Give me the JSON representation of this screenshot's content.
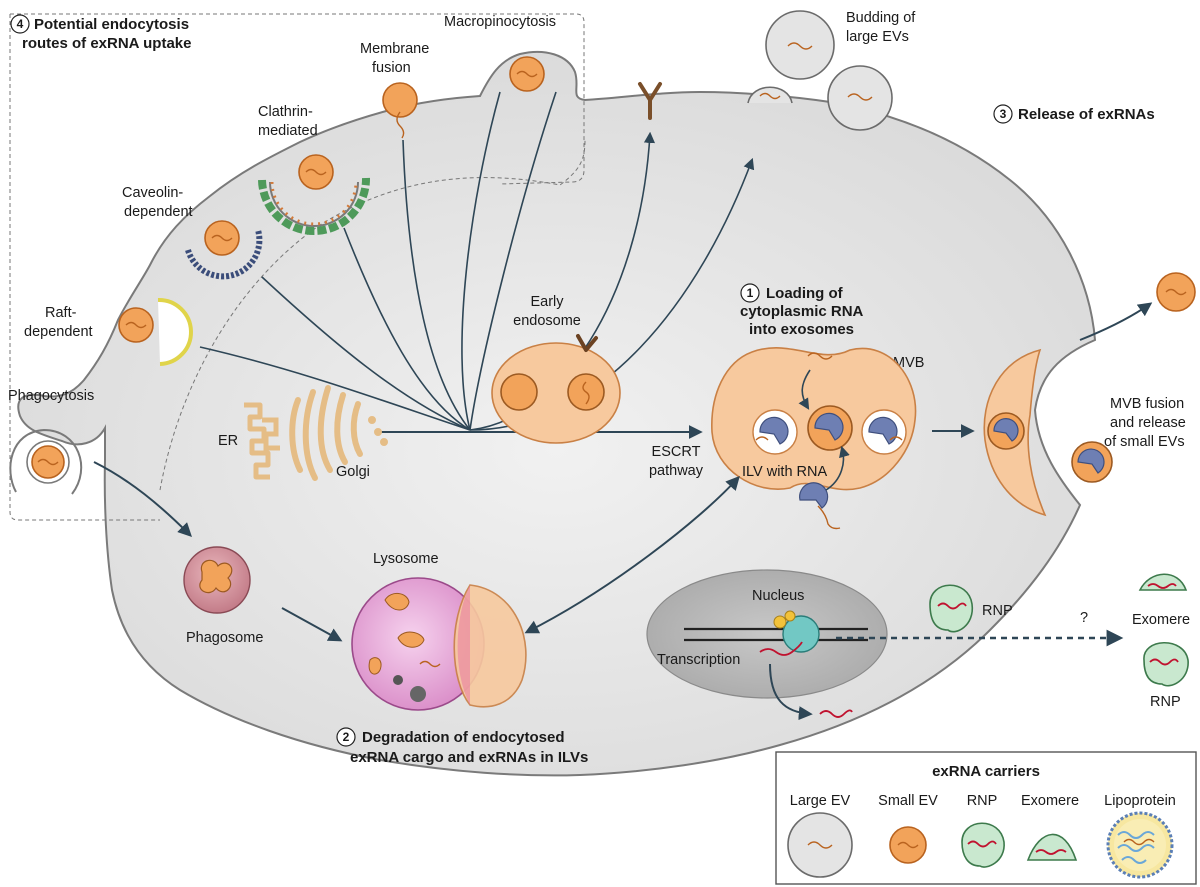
{
  "labels": {
    "route_number": "4",
    "route_title_1": "Potential endocytosis",
    "route_title_2": "routes of exRNA uptake",
    "macropinocytosis": "Macropinocytosis",
    "membrane_fusion_1": "Membrane",
    "membrane_fusion_2": "fusion",
    "clathrin_1": "Clathrin-",
    "clathrin_2": "mediated",
    "caveolin_1": "Caveolin-",
    "caveolin_2": "dependent",
    "raft_1": "Raft-",
    "raft_2": "dependent",
    "phagocytosis": "Phagocytosis",
    "budding_1": "Budding of",
    "budding_2": "large EVs",
    "release_number": "3",
    "release_title": "Release of exRNAs",
    "early_endosome_1": "Early",
    "early_endosome_2": "endosome",
    "loading_number": "1",
    "loading_title_1": "Loading of",
    "loading_title_2": "cytoplasmic RNA",
    "loading_title_3": "into exosomes",
    "mvb": "MVB",
    "mvb_fusion_1": "MVB fusion",
    "mvb_fusion_2": "and release",
    "mvb_fusion_3": "of small EVs",
    "er": "ER",
    "golgi": "Golgi",
    "escrt_1": "ESCRT",
    "escrt_2": "pathway",
    "ilv": "ILV with RNA",
    "lysosome": "Lysosome",
    "phagosome": "Phagosome",
    "nucleus": "Nucleus",
    "transcription": "Transcription",
    "rnp": "RNP",
    "question": "?",
    "exomere": "Exomere",
    "rnp_right": "RNP",
    "degradation_number": "2",
    "degradation_title_1": "Degradation of endocytosed",
    "degradation_title_2": "exRNA cargo and exRNAs in ILVs"
  },
  "legend": {
    "title": "exRNA carriers",
    "items": [
      "Large EV",
      "Small EV",
      "RNP",
      "Exomere",
      "Lipoprotein"
    ]
  },
  "colors": {
    "cell_fill": "#e6e6e6",
    "cell_stroke": "#7a7a7a",
    "vesicle_orange": "#f2a35a",
    "arrow": "#2e4656",
    "rnp_green": "#c9e8cf",
    "lysosome_pink": "#e8a6d6",
    "nucleus_gray": "#bcbcbc"
  }
}
